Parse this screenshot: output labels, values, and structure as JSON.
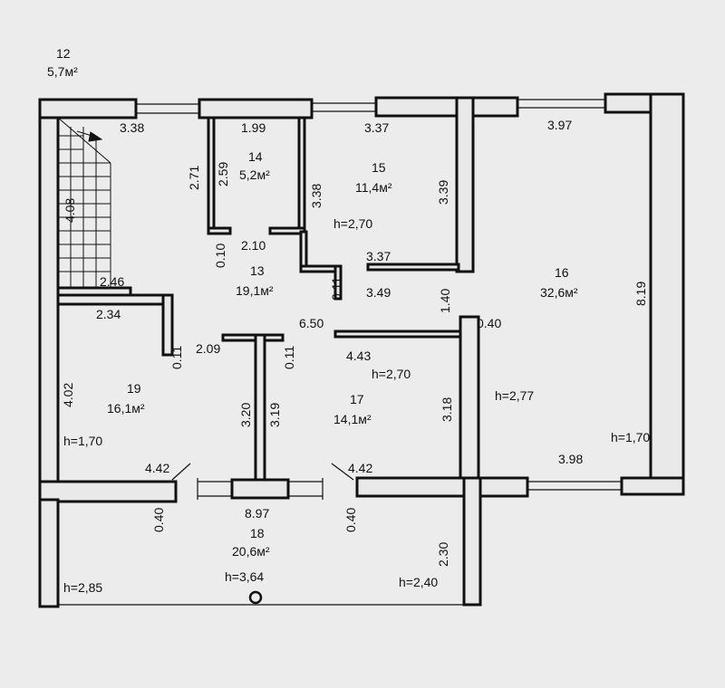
{
  "rooms": {
    "r12": {
      "number": "12",
      "area": "5,7м²"
    },
    "r13": {
      "number": "13",
      "area": "19,1м²"
    },
    "r14": {
      "number": "14",
      "area": "5,2м²"
    },
    "r15": {
      "number": "15",
      "area": "11,4м²"
    },
    "r16": {
      "number": "16",
      "area": "32,6м²"
    },
    "r17": {
      "number": "17",
      "area": "14,1м²"
    },
    "r18": {
      "number": "18",
      "area": "20,6м²"
    },
    "r19": {
      "number": "19",
      "area": "16,1м²"
    }
  },
  "heights": {
    "h15": "h=2,70",
    "h17": "h=2,70",
    "h16": "h=2,77",
    "h16b": "h=1,70",
    "h19": "h=1,70",
    "h18": "h=3,64",
    "h18l": "h=2,85",
    "h18r": "h=2,40"
  },
  "dimensions": {
    "d338": "3.38",
    "d199": "1.99",
    "d337t": "3.37",
    "d397": "3.97",
    "d271": "2.71",
    "d259": "2.59",
    "d338v": "3.38",
    "d339": "3.39",
    "d408": "4.08",
    "d010": "0.10",
    "d210": "2.10",
    "d337m": "3.37",
    "d819": "8.19",
    "d246": "2.46",
    "d011a": "0.11",
    "d349": "3.49",
    "d140": "1.40",
    "d234": "2.34",
    "d650": "6.50",
    "d040r": "0.40",
    "d011b": "0.11",
    "d209": "2.09",
    "d011c": "0.11",
    "d443": "4.43",
    "d402": "4.02",
    "d320": "3.20",
    "d319": "3.19",
    "d318": "3.18",
    "d442l": "4.42",
    "d442r": "4.42",
    "d398": "3.98",
    "d897": "8.97",
    "d040a": "0.40",
    "d040b": "0.40",
    "d230": "2.30"
  },
  "colors": {
    "wall": "#111111",
    "paper": "#e9e9e9",
    "ink": "#111111"
  }
}
